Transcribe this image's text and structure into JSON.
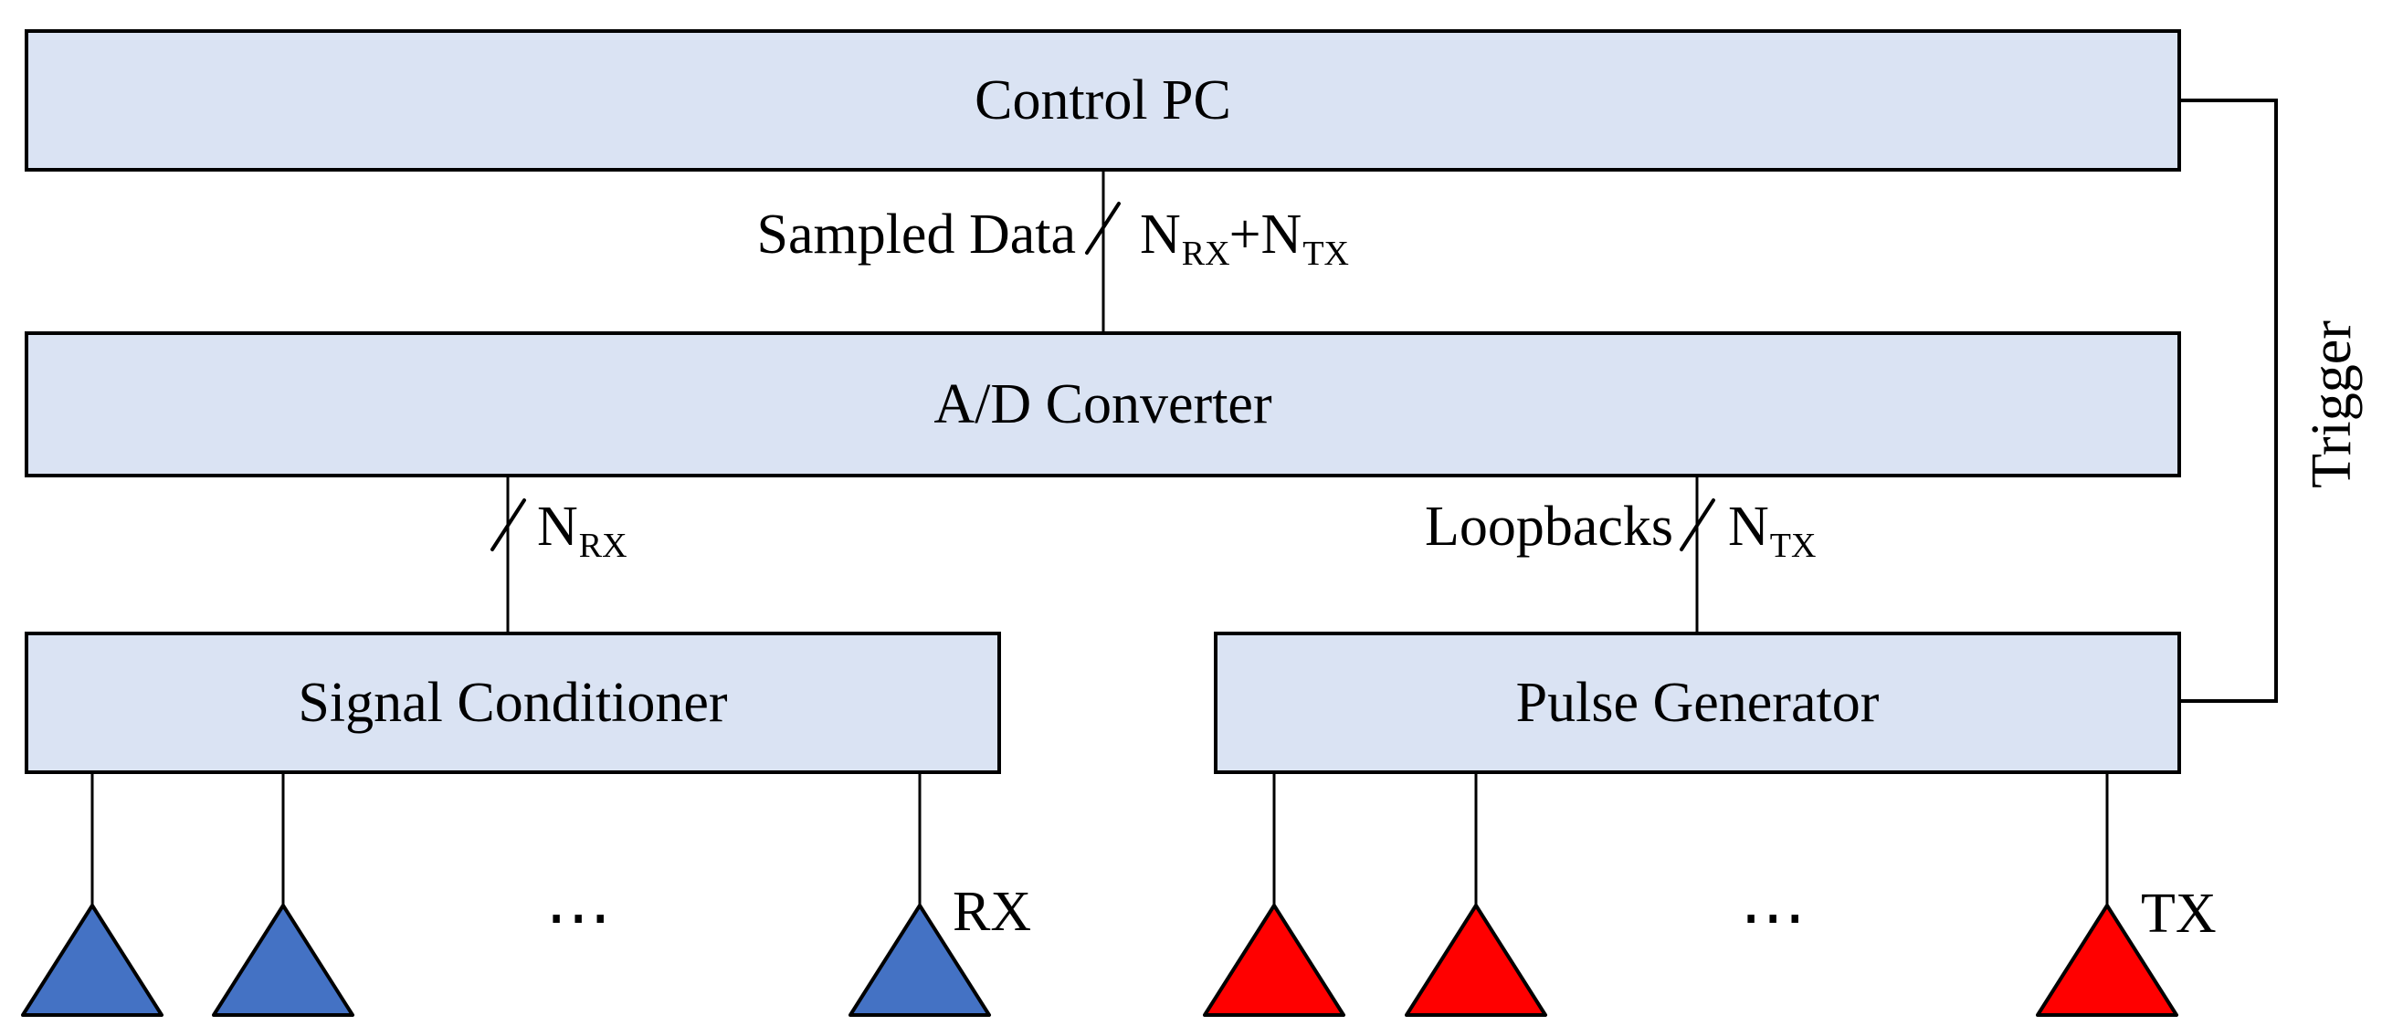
{
  "colors": {
    "background": "#ffffff",
    "box_fill": "#dae3f3",
    "box_border": "#000000",
    "line_color": "#000000",
    "text_color": "#000000",
    "antenna_blue": "#4472c4",
    "antenna_red": "#ff0000"
  },
  "blocks": {
    "control_pc": "Control PC",
    "ad_converter": "A/D Converter",
    "signal_conditioner": "Signal Conditioner",
    "pulse_generator": "Pulse Generator"
  },
  "labels": {
    "sampled_data": "Sampled Data",
    "loopbacks": "Loopbacks",
    "trigger": "Trigger",
    "n": "N",
    "plus": "+",
    "rx": "RX",
    "tx": "TX",
    "ellipsis": "⋯"
  }
}
